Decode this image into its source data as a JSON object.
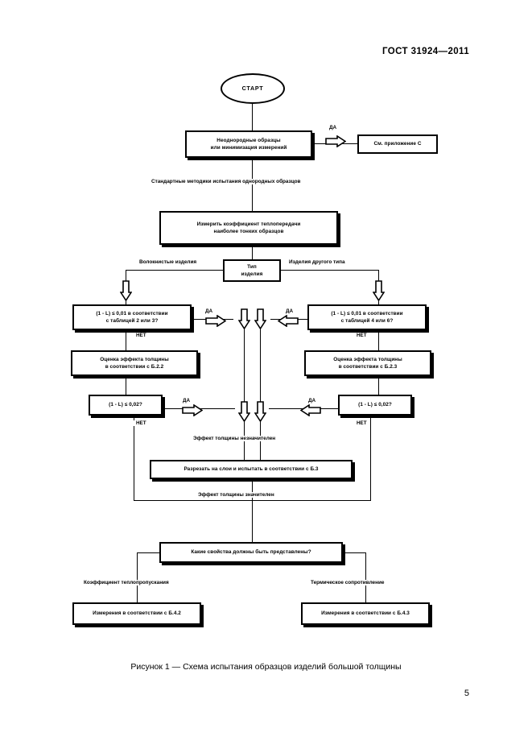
{
  "document": {
    "header": "ГОСТ 31924—2011",
    "page_number": "5",
    "figure_caption": "Рисунок 1 — Схема испытания образцов изделий большой толщины"
  },
  "flowchart": {
    "start": "СТАРТ",
    "n_inhomogeneous": "Неоднородные образцы\nили минимизация измерений",
    "n_annex_c": "См. приложение С",
    "lbl_standard_methods": "Стандартные методики испытания однородных образцов",
    "n_measure": "Измерить коэффициент теплопередачи\nнаиболее тонких образцов",
    "n_product_type": "Тип\nизделия",
    "lbl_fibrous": "Волокнистые изделия",
    "lbl_other_type": "Изделия другого типа",
    "n_left_cond1": "(1 - L) ≤ 0,01 в соответствии\nс таблицей 2 или 3?",
    "n_right_cond1": "(1 - L) ≤ 0,01 в соответствии\nс таблицей 4 или 6?",
    "n_left_eval": "Оценка эффекта толщины\nв соответствии с Б.2.2",
    "n_right_eval": "Оценка эффекта толщины\nв соответствии с Б.2.3",
    "n_left_cond2": "(1 - L) ≤ 0,02?",
    "n_right_cond2": "(1 - L) ≤ 0,02?",
    "lbl_effect_minor": "Эффект толщины незначителен",
    "n_cut_layers": "Разрезать на слои и испытать в соответствии с Б.3",
    "lbl_effect_major": "Эффект толщины значителен",
    "n_which_props": "Какие свойства должны быть представлены?",
    "lbl_transmittance": "Коэффициент теплопропускания",
    "lbl_resistance": "Термическое сопротивление",
    "n_measure_b42": "Измерения в соответствии с Б.4.2",
    "n_measure_b43": "Измерения в соответствии с Б.4.3",
    "yes": "ДА",
    "no": "НЕТ"
  }
}
